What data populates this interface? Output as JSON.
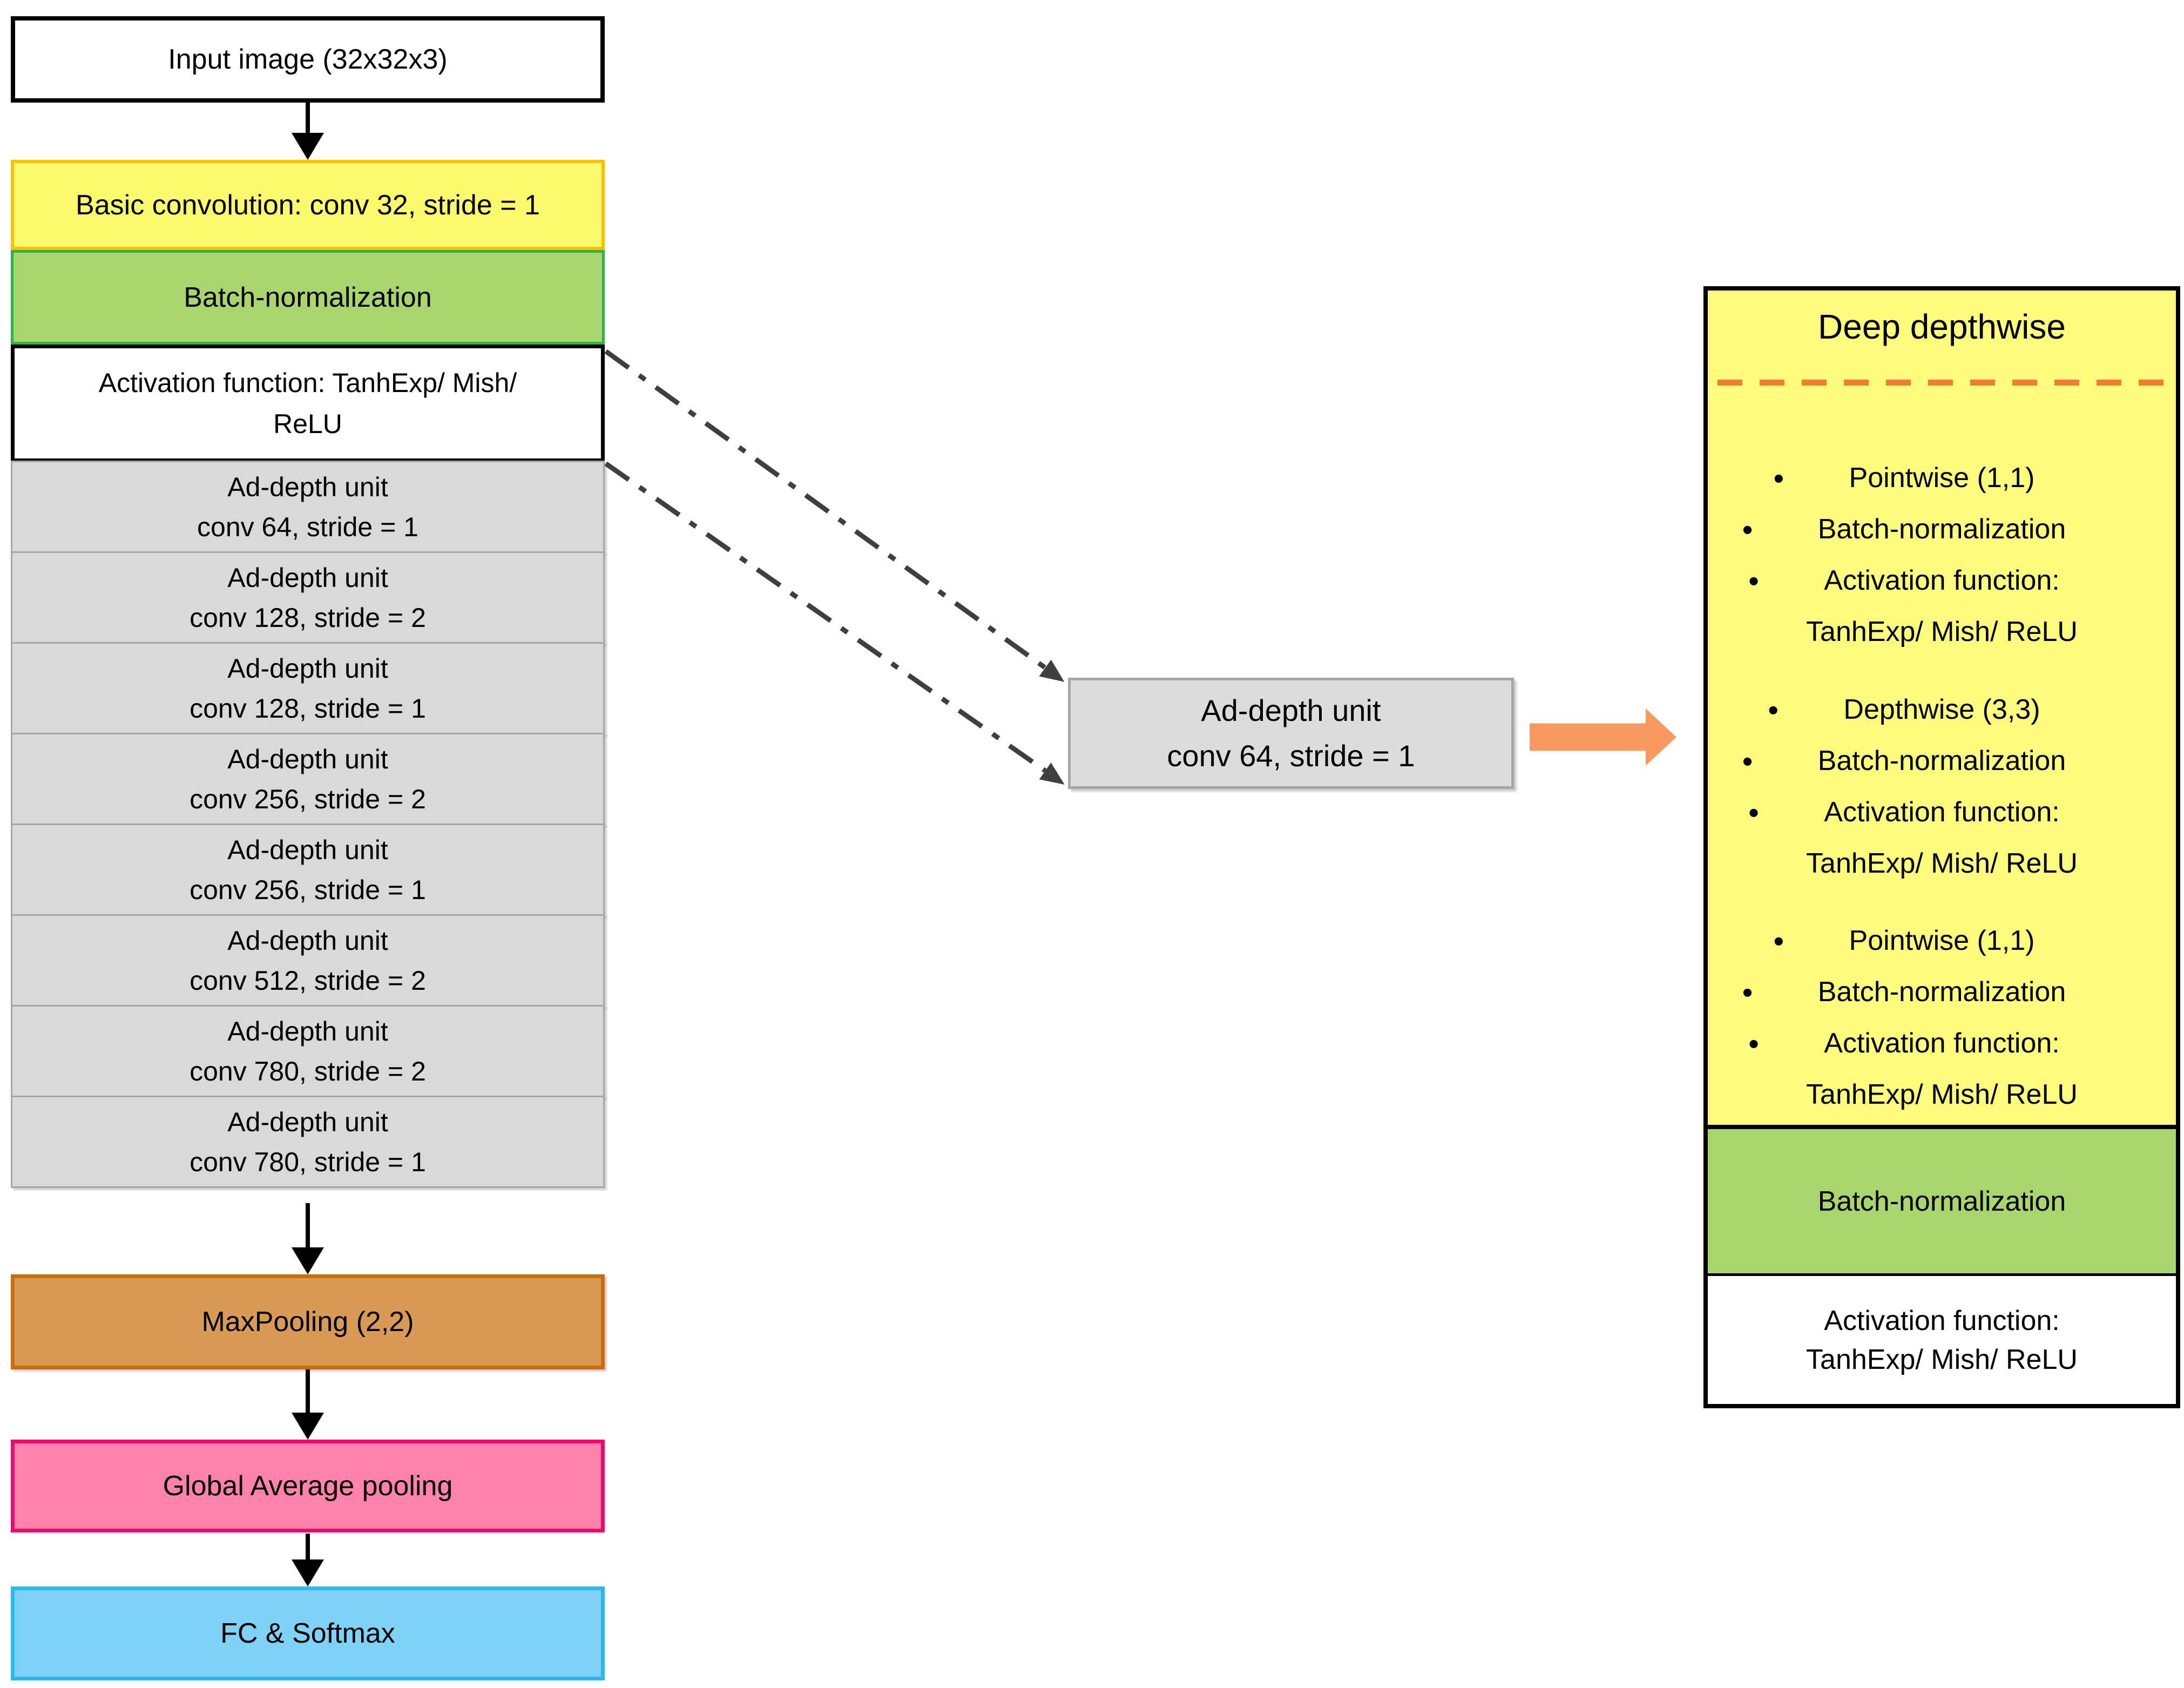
{
  "colors": {
    "yellow_left": "#FBFA6F",
    "yellow_left_border": "#FFC000",
    "green_fill": "#A9D56E",
    "green_border": "#2DB34A",
    "gray_fill": "#D9D9D9",
    "gray_border": "#A6A6A6",
    "orange_fill": "#D89A55",
    "orange_border": "#CC6B0D",
    "pink_fill": "#FF82AB",
    "pink_border": "#F2076C",
    "blue_fill": "#7FD2F5",
    "blue_border": "#29B9EF",
    "yellow_right": "#FCFB7D",
    "dash_divider": "#ED7D31",
    "block_arrow": "#F99A61",
    "connector": "#3F3F3F"
  },
  "left_flow": {
    "input_label": "Input image (32x32x3)",
    "basic_conv_label": "Basic convolution: conv 32, stride = 1",
    "batch_norm_label": "Batch-normalization",
    "activation_line1": "Activation function: TanhExp/ Mish/",
    "activation_line2": "ReLU",
    "ad_depth_units": [
      {
        "line1": "Ad-depth unit",
        "line2": "conv 64, stride = 1"
      },
      {
        "line1": "Ad-depth unit",
        "line2": "conv 128, stride = 2"
      },
      {
        "line1": "Ad-depth unit",
        "line2": "conv 128, stride = 1"
      },
      {
        "line1": "Ad-depth unit",
        "line2": "conv 256, stride = 2"
      },
      {
        "line1": "Ad-depth unit",
        "line2": "conv 256, stride = 1"
      },
      {
        "line1": "Ad-depth unit",
        "line2": "conv 512, stride = 2"
      },
      {
        "line1": "Ad-depth unit",
        "line2": "conv 780, stride = 2"
      },
      {
        "line1": "Ad-depth unit",
        "line2": "conv 780, stride = 1"
      }
    ],
    "maxpool_label": "MaxPooling (2,2)",
    "global_avg_label": "Global Average pooling",
    "fc_label": "FC & Softmax"
  },
  "detail_box": {
    "line1": "Ad-depth unit",
    "line2": "conv 64, stride = 1"
  },
  "deep_depthwise": {
    "title": "Deep depthwise",
    "groups": [
      [
        {
          "bullet": true,
          "text": "Pointwise (1,1)"
        },
        {
          "bullet": true,
          "text": "Batch-normalization"
        },
        {
          "bullet": true,
          "text": "Activation function:"
        },
        {
          "bullet": false,
          "text": "TanhExp/ Mish/ ReLU"
        }
      ],
      [
        {
          "bullet": true,
          "text": "Depthwise (3,3)"
        },
        {
          "bullet": true,
          "text": "Batch-normalization"
        },
        {
          "bullet": true,
          "text": "Activation function:"
        },
        {
          "bullet": false,
          "text": "TanhExp/ Mish/ ReLU"
        }
      ],
      [
        {
          "bullet": true,
          "text": "Pointwise (1,1)"
        },
        {
          "bullet": true,
          "text": "Batch-normalization"
        },
        {
          "bullet": true,
          "text": "Activation function:"
        },
        {
          "bullet": false,
          "text": "TanhExp/ Mish/ ReLU"
        }
      ]
    ],
    "batch_norm_label": "Batch-normalization",
    "activation_line1": "Activation function:",
    "activation_line2": "TanhExp/ Mish/ ReLU"
  }
}
